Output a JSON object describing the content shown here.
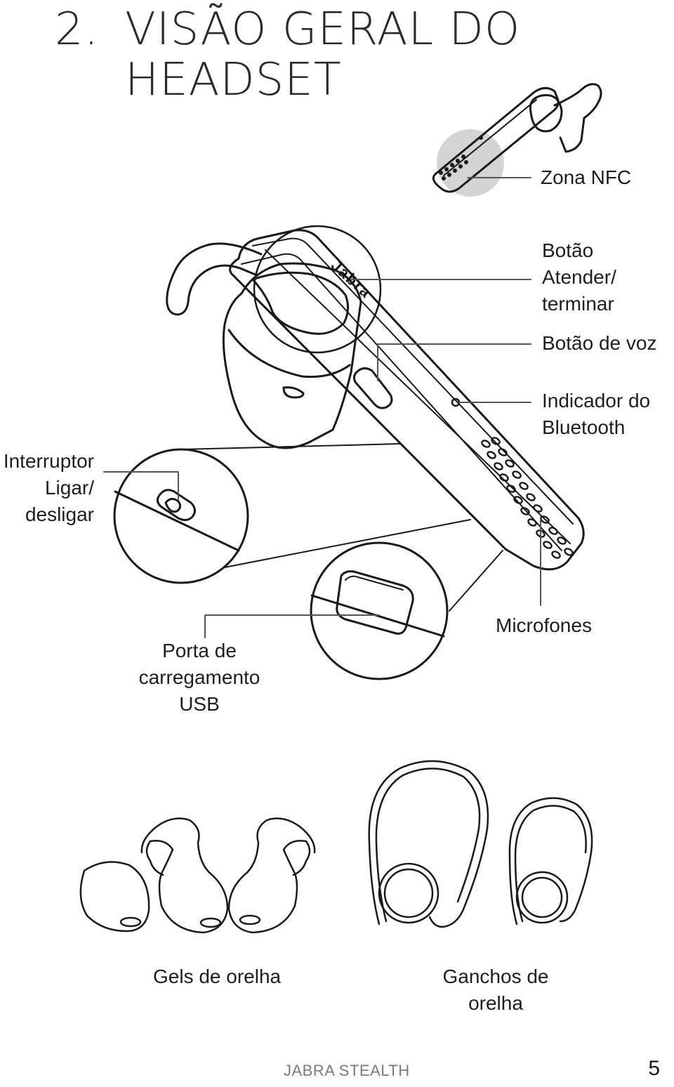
{
  "heading": {
    "number": "2.",
    "line1": "VISÃO GERAL DO",
    "line2": "HEADSET"
  },
  "callouts": {
    "nfc": "Zona NFC",
    "answer_end": [
      "Botão",
      "Atender/",
      "terminar"
    ],
    "voice": "Botão de voz",
    "bluetooth": [
      "Indicador do",
      "Bluetooth"
    ],
    "power": [
      "Interruptor",
      "Ligar/",
      "desligar"
    ],
    "usb": [
      "Porta de",
      "carregamento USB"
    ],
    "microphones": "Microfones"
  },
  "accessories": {
    "ear_gels": "Gels de orelha",
    "ear_hooks": [
      "Ganchos de",
      "orelha"
    ]
  },
  "brand_mark": "Jabra",
  "footer": {
    "product": "JABRA STEALTH",
    "page": "5"
  }
}
